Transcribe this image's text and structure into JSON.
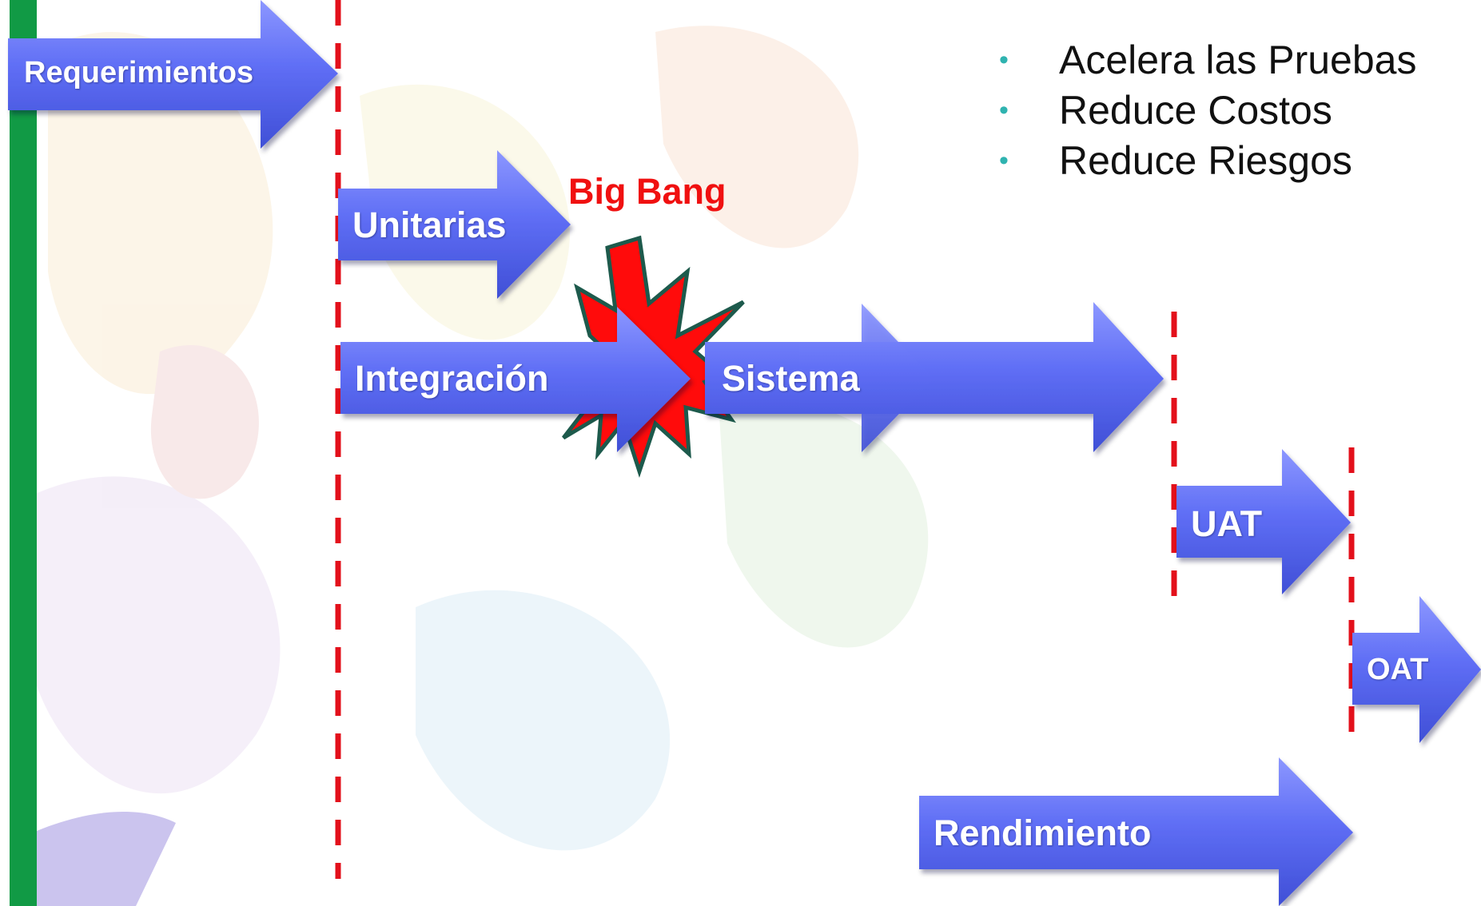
{
  "diagram": {
    "stages": {
      "requerimientos": "Requerimientos",
      "unitarias": "Unitarias",
      "integracion": "Integración",
      "sistema": "Sistema",
      "uat": "UAT",
      "oat": "OAT",
      "rendimiento": "Rendimiento"
    },
    "big_bang_label": "Big Bang",
    "benefits": [
      "Acelera las Pruebas",
      "Reduce Costos",
      "Reduce Riesgos"
    ]
  },
  "colors": {
    "arrow_fill": "#5f6ef5",
    "arrow_light": "#8c97ff",
    "arrow_dark": "#3f4fd6",
    "dashed_line": "#e3101b",
    "timeline_bar": "#119a45",
    "big_bang_text": "#f01010",
    "burst_fill": "#ff0b0b",
    "burst_stroke": "#1d5a4c",
    "bullet_dot": "#2fb3b0"
  }
}
